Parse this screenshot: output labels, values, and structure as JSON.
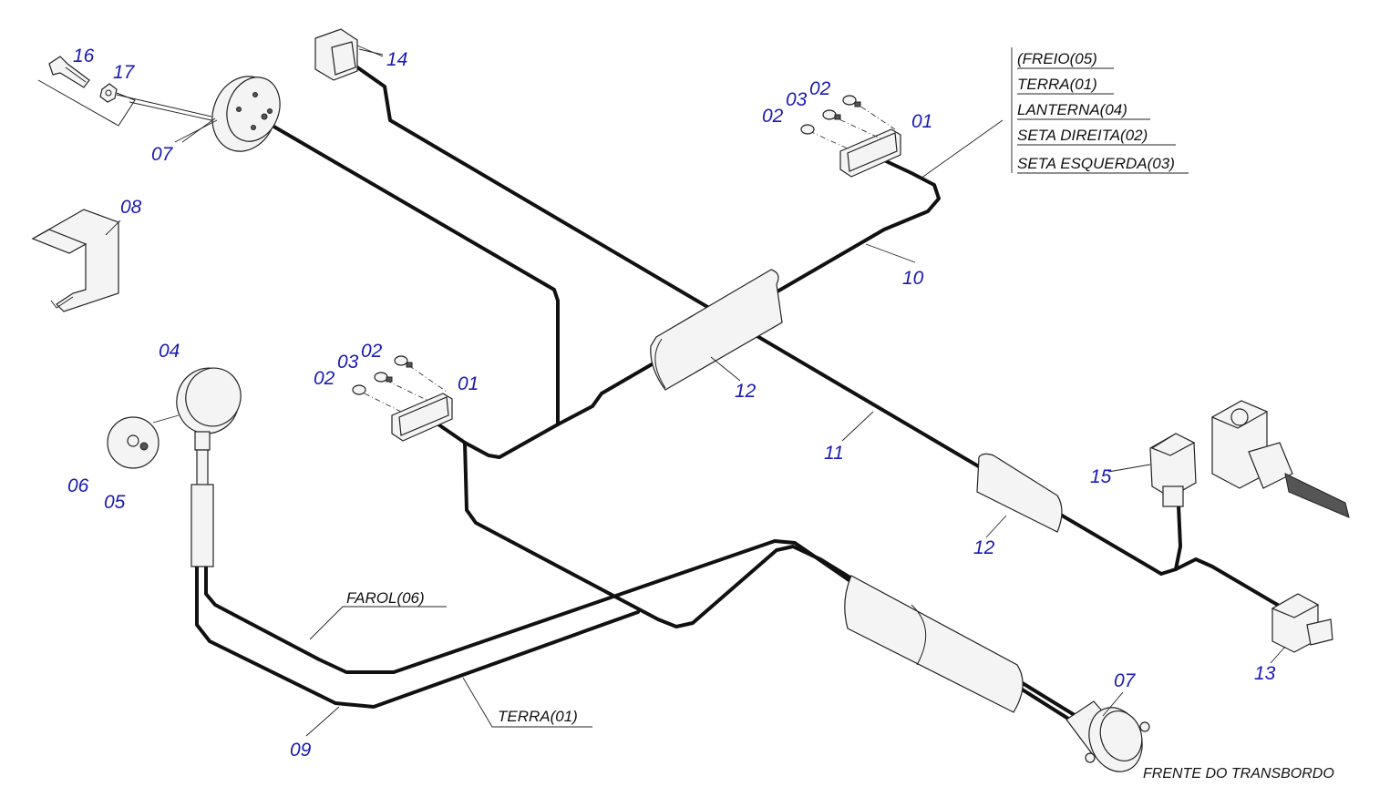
{
  "callouts": {
    "c01a": "01",
    "c01b": "01",
    "c02a": "02",
    "c02b": "02",
    "c02c": "02",
    "c02d": "02",
    "c03a": "03",
    "c03b": "03",
    "c04": "04",
    "c05": "05",
    "c06": "06",
    "c07a": "07",
    "c07b": "07",
    "c08": "08",
    "c09": "09",
    "c10": "10",
    "c11": "11",
    "c12a": "12",
    "c12b": "12",
    "c13": "13",
    "c14": "14",
    "c15": "15",
    "c16": "16",
    "c17": "17"
  },
  "wire_labels": {
    "freio": "(FREIO(05)",
    "terra_top": "TERRA(01)",
    "lanterna": "LANTERNA(04)",
    "seta_direita": "SETA DIREITA(02)",
    "seta_esquerda": "SETA ESQUERDA(03)",
    "farol": "FAROL(06)",
    "terra_bottom": "TERRA(01)"
  },
  "footer_note": "FRENTE DO TRANSBORDO"
}
